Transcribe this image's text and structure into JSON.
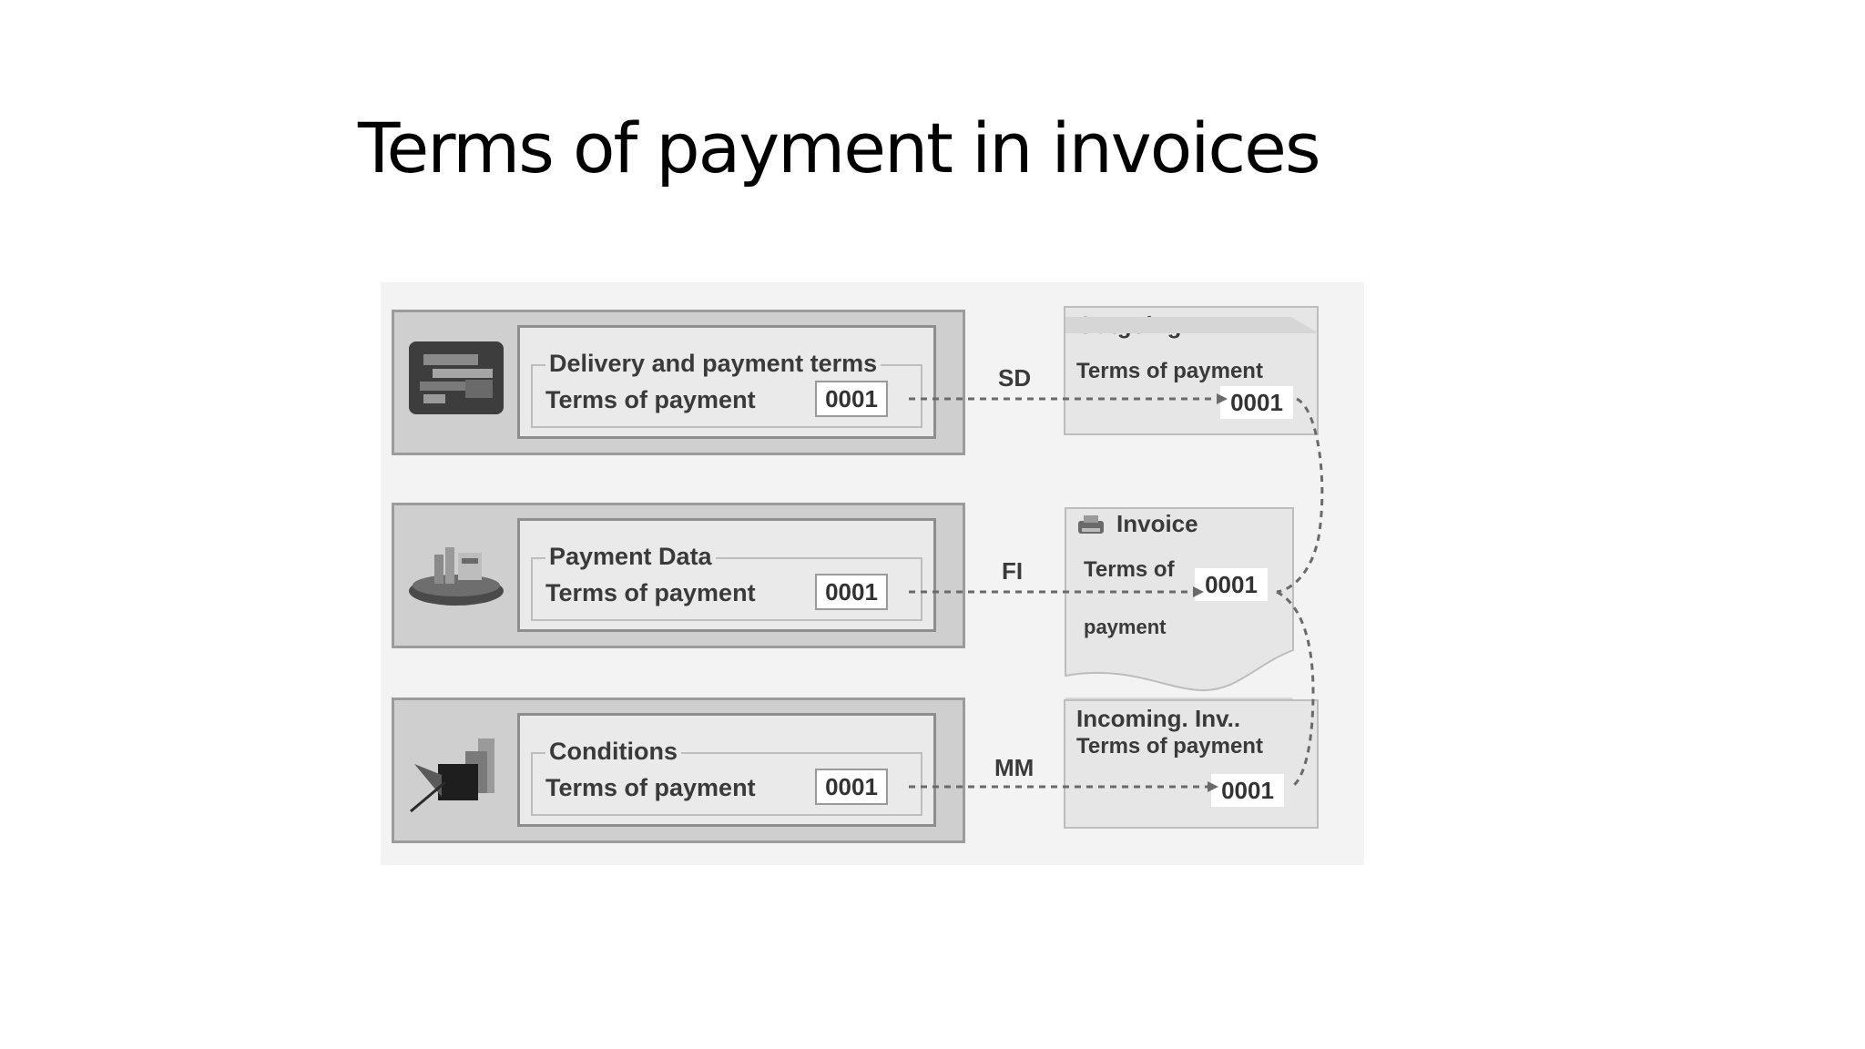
{
  "title": "Terms of payment in invoices",
  "sources": [
    {
      "group": "Delivery and payment terms",
      "field_label": "Terms of payment",
      "value": "0001",
      "module": "SD",
      "icon": "sales-order-icon"
    },
    {
      "group": "Payment Data",
      "field_label": "Terms of payment",
      "value": "0001",
      "module": "FI",
      "icon": "customer-vendor-master-icon"
    },
    {
      "group": "Conditions",
      "field_label": "Terms of payment",
      "value": "0001",
      "module": "MM",
      "icon": "purchasing-icon"
    }
  ],
  "documents": [
    {
      "title": "Outgoing Inv..",
      "label": "Terms of payment",
      "value": "0001"
    },
    {
      "title": "Invoice",
      "label_line1": "Terms of",
      "label_line2": "payment",
      "value": "0001",
      "icon": "printer-icon"
    },
    {
      "title": "Incoming. Inv..",
      "label": "Terms of payment",
      "value": "0001"
    }
  ]
}
